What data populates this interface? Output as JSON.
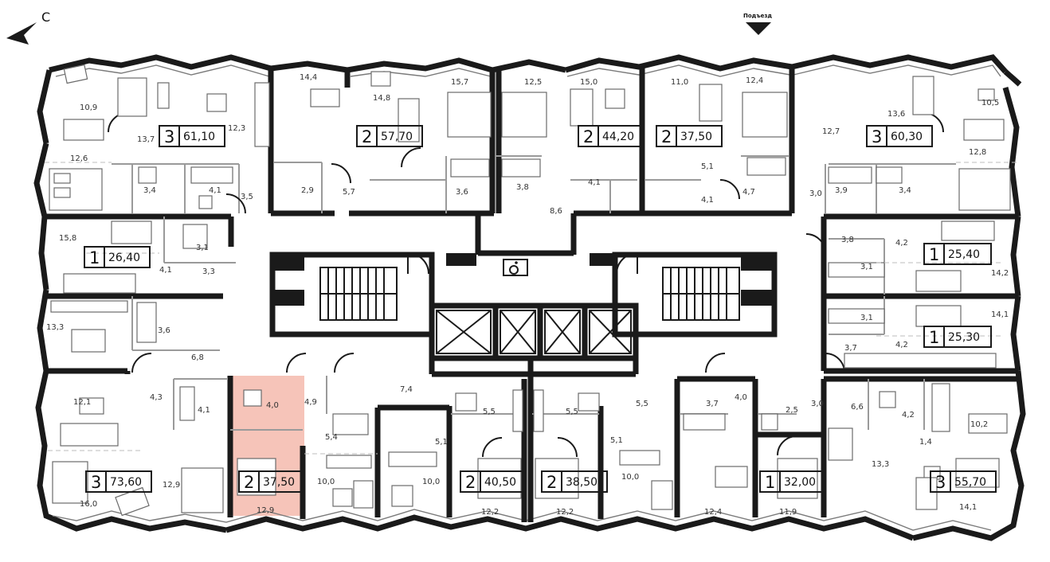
{
  "compass": {
    "label": "С"
  },
  "entrance": {
    "label": "Подъезд"
  },
  "colors": {
    "wall": "#1a1a1a",
    "highlight": "#f6c4b9",
    "furniture": "#6b6b6b"
  },
  "apartments": [
    {
      "rooms": "3",
      "area": "61,10"
    },
    {
      "rooms": "2",
      "area": "57,70"
    },
    {
      "rooms": "2",
      "area": "44,20"
    },
    {
      "rooms": "2",
      "area": "37,50"
    },
    {
      "rooms": "3",
      "area": "60,30"
    },
    {
      "rooms": "1",
      "area": "26,40"
    },
    {
      "rooms": "1",
      "area": "25,40"
    },
    {
      "rooms": "1",
      "area": "25,30"
    },
    {
      "rooms": "3",
      "area": "73,60"
    },
    {
      "rooms": "2",
      "area": "37,50",
      "highlighted": true
    },
    {
      "rooms": "2",
      "area": "40,50"
    },
    {
      "rooms": "2",
      "area": "38,50"
    },
    {
      "rooms": "1",
      "area": "32,00"
    },
    {
      "rooms": "3",
      "area": "55,70"
    }
  ],
  "room_areas": [
    "10,9",
    "13,7",
    "12,3",
    "14,4",
    "14,8",
    "15,7",
    "12,5",
    "15,0",
    "11,0",
    "12,4",
    "13,6",
    "10,5",
    "12,7",
    "12,8",
    "12,6",
    "3,4",
    "4,1",
    "3,5",
    "2,9",
    "5,7",
    "3,6",
    "3,8",
    "8,6",
    "4,1",
    "5,1",
    "4,1",
    "4,7",
    "3,0",
    "3,9",
    "3,4",
    "15,8",
    "3,1",
    "4,1",
    "3,3",
    "3,8",
    "4,2",
    "3,1",
    "14,2",
    "13,3",
    "3,6",
    "6,8",
    "3,1",
    "14,1",
    "3,7",
    "4,2",
    "12,1",
    "4,3",
    "4,1",
    "4,0",
    "4,9",
    "7,4",
    "5,5",
    "5,5",
    "5,5",
    "3,7",
    "4,0",
    "2,5",
    "3,0",
    "6,6",
    "4,2",
    "5,4",
    "5,1",
    "5,1",
    "1,4",
    "10,2",
    "13,3",
    "12,9",
    "10,0",
    "10,0",
    "10,0",
    "12,9",
    "12,2",
    "12,2",
    "12,4",
    "11,9",
    "16,0",
    "14,1"
  ]
}
